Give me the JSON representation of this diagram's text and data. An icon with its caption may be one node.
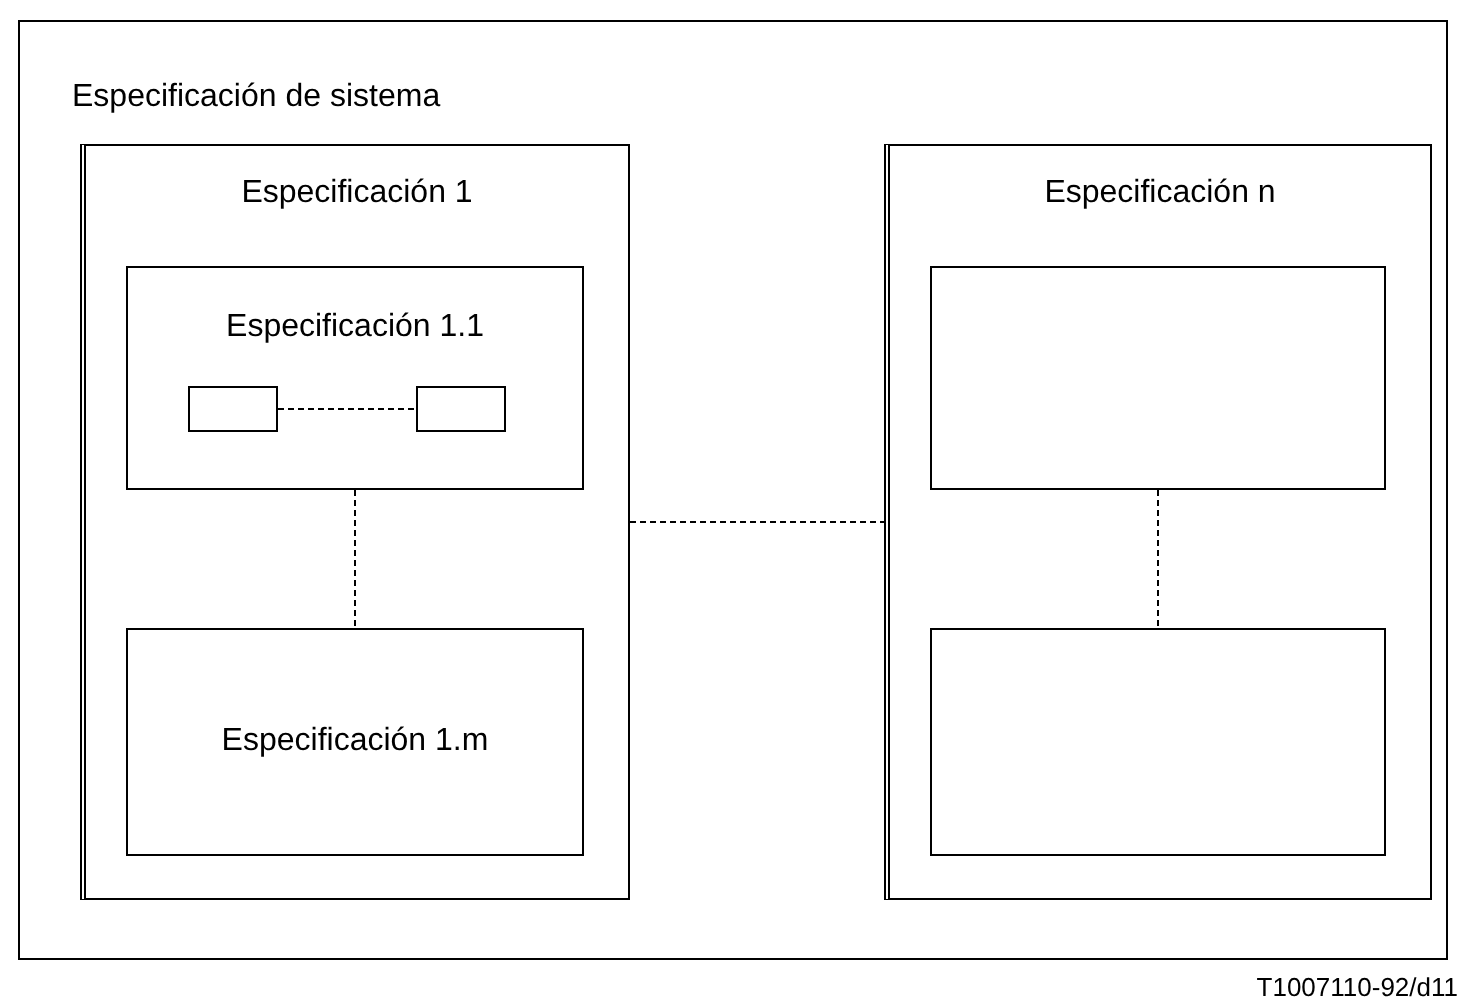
{
  "diagram": {
    "caption": "T1007110-92/d11",
    "nodes": [
      {
        "text": [
          "Especificación de sistema"
        ]
      },
      {
        "text": [
          "Especificación 1"
        ],
        "in": 0
      },
      {
        "text": [
          "Especificación 1.1"
        ],
        "in": 1
      },
      {
        "text": [],
        "shape": "box",
        "in": 2
      },
      {
        "text": [],
        "shape": "box",
        "in": 2
      },
      {
        "text": [
          "Especificación 1.m"
        ],
        "in": 1
      },
      {
        "text": [
          "Especificación n"
        ],
        "in": 0
      },
      {
        "text": [],
        "shape": "box",
        "in": 6
      },
      {
        "text": [],
        "shape": "box",
        "in": 6
      }
    ],
    "edges": [
      {
        "from": 3,
        "to": 4,
        "arrow": "none",
        "style": "dashed"
      },
      {
        "from": 2,
        "to": 5,
        "arrow": "none",
        "style": "dashed"
      },
      {
        "from": 1,
        "to": 6,
        "arrow": "none",
        "style": "dashed"
      },
      {
        "from": 7,
        "to": 8,
        "arrow": "none",
        "style": "dashed"
      }
    ]
  }
}
